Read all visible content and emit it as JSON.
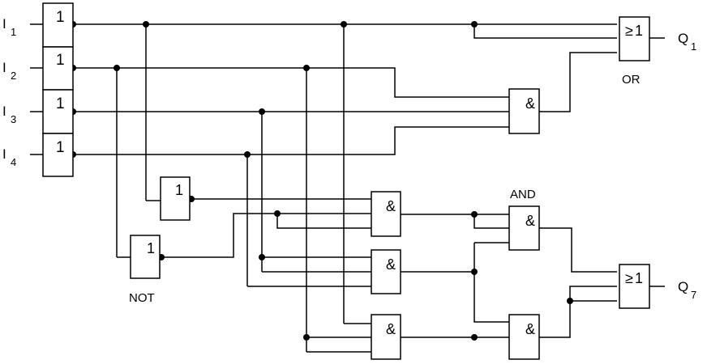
{
  "inputs": {
    "i1": {
      "name": "I",
      "sub": "1"
    },
    "i2": {
      "name": "I",
      "sub": "2"
    },
    "i3": {
      "name": "I",
      "sub": "3"
    },
    "i4": {
      "name": "I",
      "sub": "4"
    }
  },
  "outputs": {
    "q1": {
      "name": "Q",
      "sub": "1"
    },
    "q7": {
      "name": "Q",
      "sub": "7"
    }
  },
  "symbols": {
    "buffer": "1",
    "not": "1",
    "and": "&",
    "or_ge": "≥",
    "or_one": "1"
  },
  "captions": {
    "or": "OR",
    "and": "AND",
    "not": "NOT"
  }
}
